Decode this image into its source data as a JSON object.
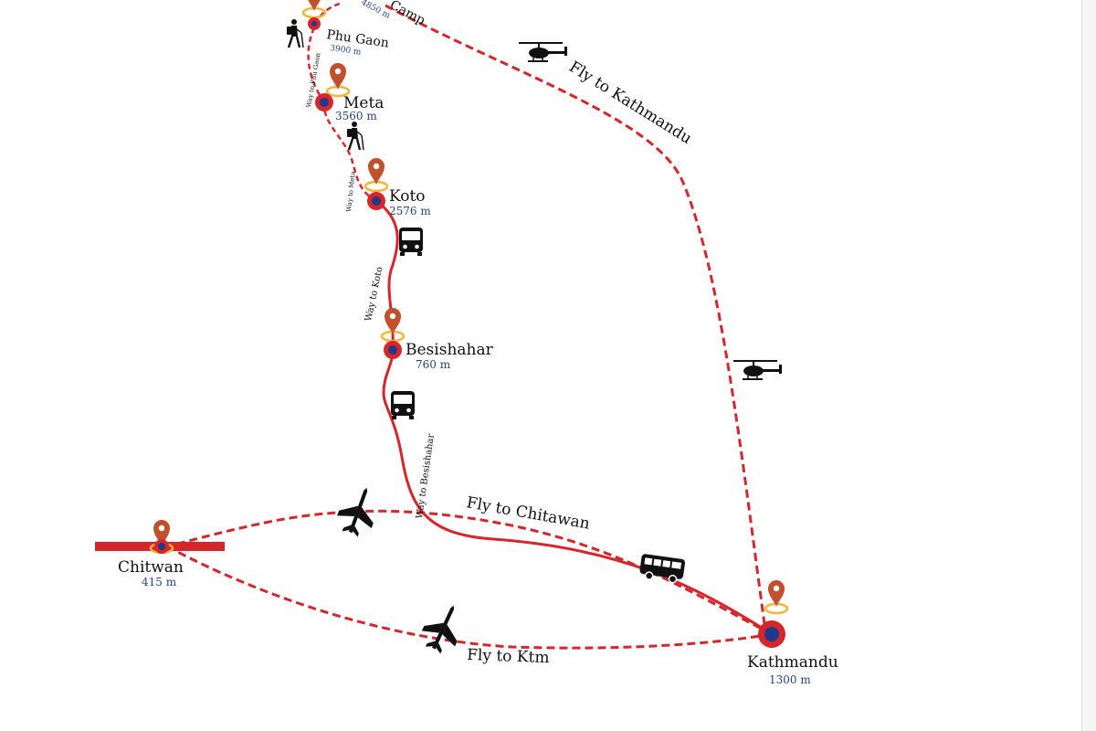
{
  "places": {
    "camp": {
      "name": "Camp",
      "alt": "4850 m"
    },
    "phu_gaon": {
      "name": "Phu Gaon",
      "alt": "3900 m"
    },
    "meta": {
      "name": "Meta",
      "alt": "3560 m"
    },
    "koto": {
      "name": "Koto",
      "alt": "2576 m"
    },
    "besishahar": {
      "name": "Besishahar",
      "alt": "760 m"
    },
    "chitwan": {
      "name": "Chitwan",
      "alt": "415 m"
    },
    "kathmandu": {
      "name": "Kathmandu",
      "alt": "1300 m"
    }
  },
  "routes": {
    "fly_to_kathmandu": "Fly to Kathmandu",
    "fly_to_chitawan": "Fly to Chitawan",
    "fly_to_ktm": "Fly to Ktm",
    "way_to_besishahar": "Way to Besishahar",
    "way_to_koto": "Way to Koto",
    "way_to_meta": "Way to Meta",
    "way_to_phu_gaon": "Way to Phu Gaon"
  },
  "colors": {
    "route": "#d6262c",
    "marker_fill": "#d6262c",
    "marker_core": "#1f3a8a",
    "pin": "#c0512e",
    "pin_ring": "#f2b53a",
    "altitude_text": "#24448c"
  },
  "icons": {
    "pin": "location-pin-icon",
    "bus": "bus-icon",
    "plane": "airplane-icon",
    "helicopter": "helicopter-icon",
    "hiker": "hiker-icon"
  }
}
